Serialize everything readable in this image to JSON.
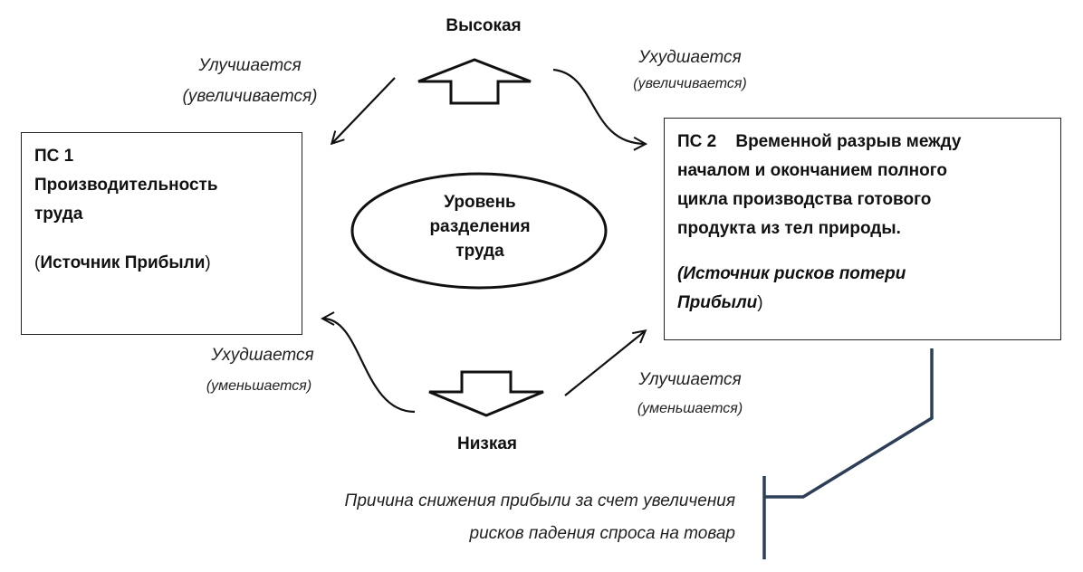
{
  "top_level": "Высокая",
  "bottom_level": "Низкая",
  "center": {
    "line1": "Уровень",
    "line2": "разделения",
    "line3": "труда"
  },
  "ps1": {
    "title": "ПС 1",
    "name_line1": "Производительность",
    "name_line2": "труда",
    "source_open": "(",
    "source_text": "Источник Прибыли",
    "source_close": ")"
  },
  "ps2": {
    "title": "ПС 2",
    "name_line1": "Временной разрыв между",
    "name_line2": "началом и окончанием полного",
    "name_line3": "цикла производства  готового",
    "name_line4": "продукта из тел природы.",
    "source_line1": "(Источник рисков потери",
    "source_line2": "Прибыли",
    "source_close": ")"
  },
  "arrows": {
    "top_left_main": "Улучшается",
    "top_left_sub": "(увеличивается)",
    "top_right_main": "Ухудшается",
    "top_right_sub": "(увеличивается)",
    "bottom_left_main": "Ухудшается",
    "bottom_left_sub": "(уменьшается)",
    "bottom_right_main": "Улучшается",
    "bottom_right_sub": "(уменьшается)"
  },
  "reason": {
    "line1": "Причина снижения прибыли  за счет увеличения",
    "line2": "рисков падения спроса на товар"
  },
  "colors": {
    "bracket": "#2d3e57"
  }
}
